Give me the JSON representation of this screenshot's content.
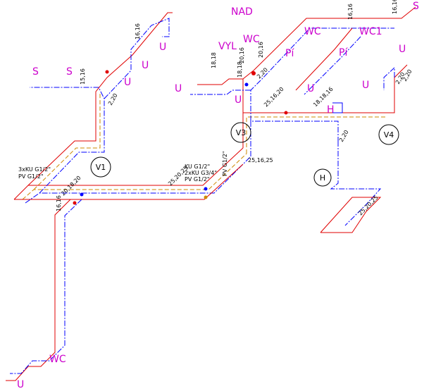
{
  "colors": {
    "hot": "#e00000",
    "cold": "#0000ff",
    "circ": "#cc8800",
    "label": "#cc00cc",
    "dim": "#000000"
  },
  "rooms": {
    "nad": "NAD",
    "vyl": "VYL",
    "wc_top": "WC",
    "wc_mid": "WC",
    "wc1": "WC1",
    "pi_1": "Pí",
    "pi_2": "Pí",
    "s_top_right": "S",
    "s_left_1": "S",
    "s_left_2": "S",
    "u_top_1": "U",
    "u_top_2": "U",
    "u_mid_left": "U",
    "u_mid_1": "U",
    "u_mid_2": "U",
    "u_mid_3": "U",
    "u_right": "U",
    "u_right_2": "U",
    "wc_bottom": "WC",
    "u_bottom": "U",
    "h_mid": "H"
  },
  "risers": {
    "v1": "V1",
    "v3": "V3",
    "v4": "V4",
    "h": "H"
  },
  "dims": {
    "d_1616_a": "16,16",
    "d_1516": "15,16",
    "d_1616_b": "16,16",
    "d_1616_c": "16,16",
    "d_2016_a": "20,16",
    "d_1818_a": "18,18",
    "d_1818_b": "18,18",
    "d_2016_b": "20,16",
    "d_220_a": "2,20",
    "d_220_b": "2,20",
    "d_251620": "25,16,20",
    "d_181816": "18,18,16",
    "d_220_c": "2,20",
    "d_220_d": "2,20",
    "d_220_e": "2,20",
    "d_201820": "20,18,20",
    "d_1616_d": "16,16",
    "d_252025": "25,20,25",
    "d_251625": "25,16,25",
    "d_252025_b": "25,20,25",
    "ku1": "3xKU G1/2\"",
    "ku2": "PV G1/2\"",
    "ku3": "KU G1/2\"",
    "ku4": "2xKU G3/4\"",
    "ku5": "PV G1/2\"",
    "ku6": "PV G1/2\""
  }
}
